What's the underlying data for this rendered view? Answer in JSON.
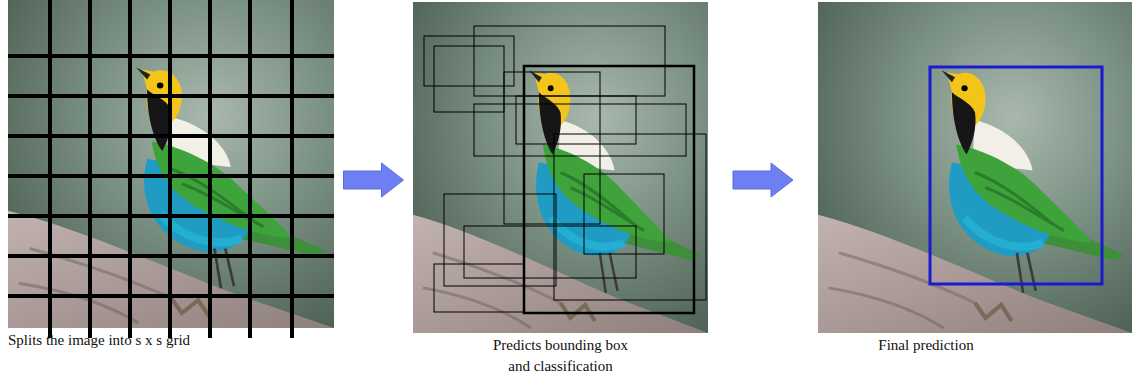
{
  "diagram": {
    "nodes": [
      {
        "text": [
          "Splits the image into s x s grid"
        ]
      },
      {
        "text": [
          "Predicts bounding box and classification"
        ]
      },
      {
        "text": [
          "Final prediction"
        ]
      }
    ],
    "edges": [
      {
        "from": 0,
        "to": 1,
        "arrow": "to"
      },
      {
        "from": 1,
        "to": 2,
        "arrow": "to"
      }
    ]
  }
}
